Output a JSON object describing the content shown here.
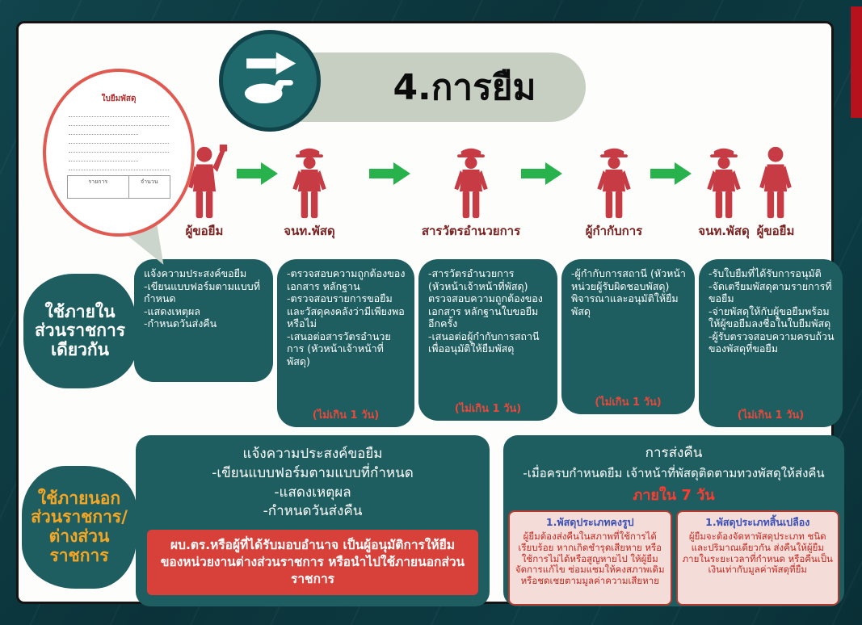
{
  "header": {
    "title": "4.การยืม"
  },
  "document_form": {
    "title": "ใบยืมพัสดุ",
    "table_col1": "รายการ",
    "table_col2": "จำนวน"
  },
  "actors": [
    {
      "label": "ผู้ขอยืม"
    },
    {
      "label": "จนท.พัสดุ"
    },
    {
      "label": "สารวัตรอำนวยการ"
    },
    {
      "label": "ผู้กำกับการ"
    },
    {
      "label": "จนท.พัสดุ"
    },
    {
      "label": "ผู้ขอยืม"
    }
  ],
  "scope_labels": {
    "internal": "ใช้ภายใน\nส่วนราชการ\nเดียวกัน",
    "external": "ใช้ภายนอก\nส่วนราชการ/\nต่างส่วน\nราชการ"
  },
  "steps": [
    {
      "text": "แจ้งความประสงค์ขอยืม\n-เขียนแบบฟอร์มตามแบบที่กำหนด\n-แสดงเหตุผล\n-กำหนดวันส่งคืน",
      "note": ""
    },
    {
      "text": "-ตรวจสอบความถูกต้องของเอกสาร หลักฐาน\n-ตรวจสอบรายการขอยืมและวัสดุคงคลังว่ามีเพียงพอหรือไม่\n-เสนอต่อสารวัตรอำนวยการ (หัวหน้าเจ้าหน้าที่พัสดุ)",
      "note": "(ไม่เกิน 1 วัน)"
    },
    {
      "text": "-สารวัตรอำนวยการ (หัวหน้าเจ้าหน้าที่พัสดุ) ตรวจสอบความถูกต้องของเอกสาร หลักฐานใบขอยืมอีกครั้ง\n-เสนอต่อผู้กำกับการสถานี เพื่ออนุมัติให้ยืมพัสดุ",
      "note": "(ไม่เกิน 1 วัน)"
    },
    {
      "text": "-ผู้กำกับการสถานี (หัวหน้าหน่วยผู้รับผิดชอบพัสดุ) พิจารณาและอนุมัติให้ยืมพัสดุ",
      "note": "(ไม่เกิน 1 วัน)"
    },
    {
      "text": "-รับใบยืมที่ได้รับการอนุมัติ\n-จัดเตรียมพัสดุตามรายการที่ขอยืม\n-จ่ายพัสดุให้กับผู้ขอยืมพร้อมให้ผู้ขอยืมลงชื่อในใบยืมพัสดุ\n-ผู้รับตรวจสอบความครบถ้วนของพัสดุที่ขอยืม",
      "note": "(ไม่เกิน 1 วัน)"
    }
  ],
  "external_process": {
    "text": "แจ้งความประสงค์ขอยืม\n-เขียนแบบฟอร์มตามแบบที่กำหนด\n-แสดงเหตุผล\n-กำหนดวันส่งคืน",
    "approval_note": "ผบ.ตร.หรือผู้ที่ได้รับมอบอำนาจ เป็นผู้อนุมัติการให้ยืม\nของหน่วยงานต่างส่วนราชการ หรือนำไปใช้ภายนอกส่วนราชการ"
  },
  "return_process": {
    "title": "การส่งคืน",
    "line": "-เมื่อครบกำหนดยืม เจ้าหน้าที่พัสดุติดตามทวงพัสดุให้ส่งคืน",
    "deadline": "ภายใน 7 วัน",
    "types": [
      {
        "title": "1.พัสดุประเภทคงรูป",
        "body": "ผู้ยืมต้องส่งคืนในสภาพที่ใช้การได้เรียบร้อย หากเกิดชำรุดเสียหาย หรือใช้การไม่ได้หรือสูญหายไป ให้ผู้ยืมจัดการแก้ไข ซ่อมแซมให้คงสภาพเดิม หรือชดเชยตามมูลค่าความเสียหาย"
      },
      {
        "title": "1.พัสดุประเภทสิ้นเปลือง",
        "body": "ผู้ยืมจะต้องจัดหาพัสดุประเภท ชนิด และปริมาณเดียวกัน ส่งคืนให้ผู้ยืมภายในระยะเวลาที่กำหนด หรือคืนเป็นเงินเท่ากับมูลค่าพัสดุที่ยืม"
      }
    ]
  },
  "colors": {
    "background": "#0b3239",
    "box_teal": "#1e5e60",
    "person_red": "#c63b44",
    "arrow_green": "#27b24b",
    "accent_red": "#d8403a",
    "note_red": "#e8493a",
    "external_label_orange": "#f5a623",
    "pink_card": "#f4ddd9",
    "type_title_blue": "#3a50b5"
  }
}
